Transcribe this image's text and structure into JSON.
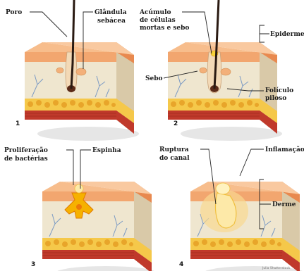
{
  "panels": [
    {
      "number": "1",
      "labels": {
        "poro": "Poro",
        "glandula_line1": "Glândula",
        "glandula_line2": "sebácea"
      }
    },
    {
      "number": "2",
      "labels": {
        "acumulo_line1": "Acúmulo",
        "acumulo_line2": "de células",
        "acumulo_line3": "mortas e sebo",
        "epiderme": "Epiderme",
        "sebo": "Sebo",
        "foliculo_line1": "Folículo",
        "foliculo_line2": "piloso"
      }
    },
    {
      "number": "3",
      "labels": {
        "proliferacao_line1": "Proliferação",
        "proliferacao_line2": "de bactérias",
        "espinha": "Espinha"
      }
    },
    {
      "number": "4",
      "labels": {
        "ruptura_line1": "Ruptura",
        "ruptura_line2": "do canal",
        "inflamacao": "Inflamação",
        "derme": "Derme"
      }
    }
  ],
  "credit": "Julia Shutterstock",
  "colors": {
    "epidermis_top": "#f2a66f",
    "epidermis_side": "#e8894f",
    "dermis": "#efe6cf",
    "dermis_side": "#d9c9a8",
    "fat": "#f5c84a",
    "fat_dot": "#e8a52a",
    "muscle": "#c0392b",
    "vessel": "#7b9ac4",
    "hair": "#2a1a12",
    "sebum": "#f3b07a",
    "pimple": "#f6b100",
    "inflammation": "#fde9a8"
  }
}
